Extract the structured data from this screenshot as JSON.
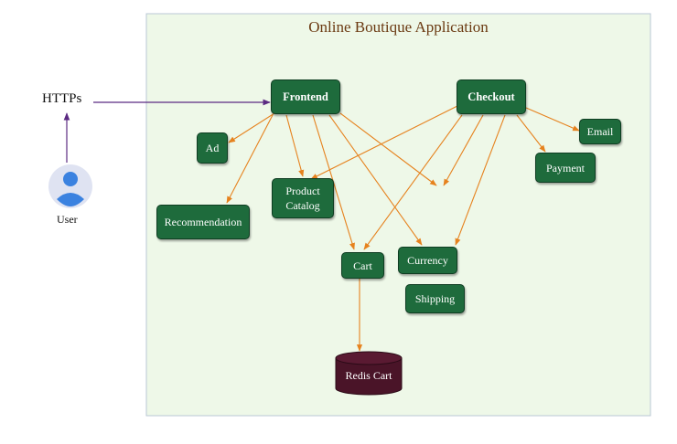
{
  "title": "Online Boutique Application",
  "external": {
    "https": "HTTPs",
    "user": "User"
  },
  "services": {
    "frontend": "Frontend",
    "checkout": "Checkout",
    "ad": "Ad",
    "email": "Email",
    "payment": "Payment",
    "product_catalog": "Product\nCatalog",
    "recommendation": "Recommendation",
    "cart": "Cart",
    "currency": "Currency",
    "shipping": "Shipping"
  },
  "datastore": {
    "redis_cart": "Redis Cart"
  },
  "colors": {
    "box_fill": "#1e6b3c",
    "panel_fill": "#eef8e8",
    "edge": "#e6821e",
    "external_edge": "#5b2a82",
    "db_fill": "#4a1428"
  }
}
